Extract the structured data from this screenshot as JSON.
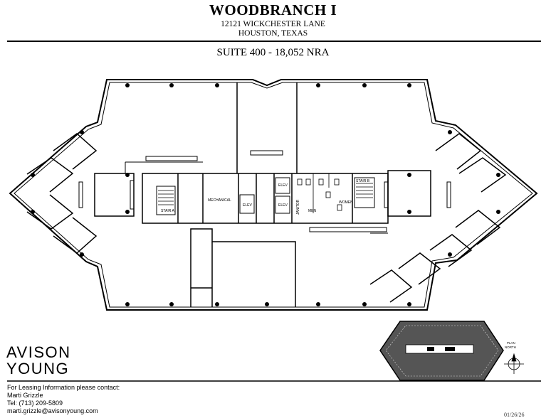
{
  "header": {
    "building": "WOODBRANCH I",
    "address": "12121 WICKCHESTER LANE",
    "city": "HOUSTON, TEXAS"
  },
  "suite_title": "SUITE 400 - 18,052 NRA",
  "plan_labels": {
    "mechanical": "MECHANICAL",
    "elev": "ELEV",
    "stair_a": "STAIR A",
    "stair_b": "STAIR B",
    "janitor": "JANITOR",
    "men": "MEN",
    "women": "WOMEN"
  },
  "keyplan": {
    "label_plan": "PLAN",
    "label_north": "NORTH"
  },
  "logo": {
    "line1": "AVISON",
    "line2": "YOUNG"
  },
  "contact": {
    "heading": "For Leasing Information please contact:",
    "name": "Marti Grizzle",
    "phone": "Tel: (713) 209-5809",
    "email": "marti.grizzle@avisonyoung.com"
  },
  "date": "01/26/26",
  "colors": {
    "ink": "#000000",
    "paper": "#ffffff",
    "keyplan_fill": "#555555"
  }
}
